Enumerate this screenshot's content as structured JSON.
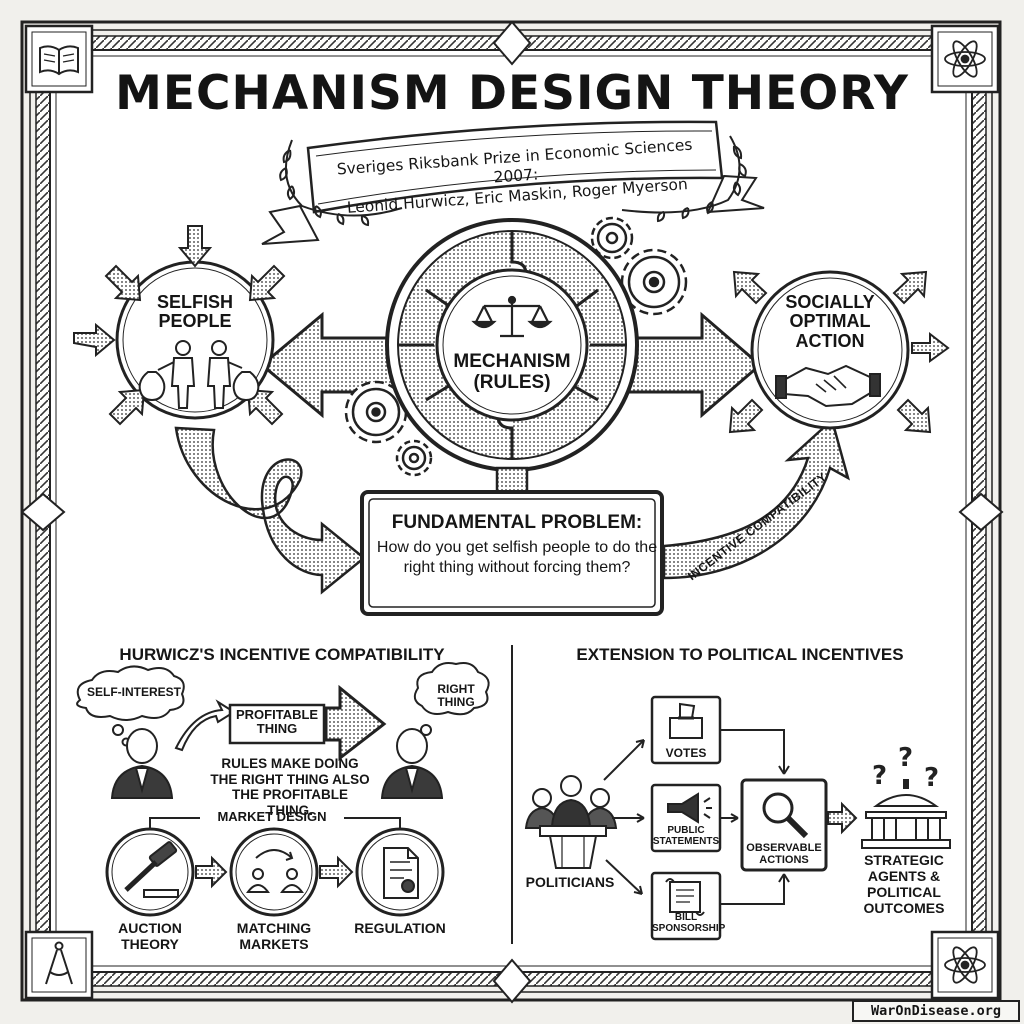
{
  "title": "MECHANISM DESIGN THEORY",
  "award": {
    "line1": "Sveriges Riksbank Prize in Economic Sciences 2007:",
    "line2": "Leonid Hurwicz, Eric Maskin, Roger Myerson"
  },
  "center": {
    "selfish": "SELFISH PEOPLE",
    "mechanism_line1": "MECHANISM",
    "mechanism_line2": "(RULES)",
    "socially": "SOCIALLY OPTIMAL ACTION",
    "problem_title": "FUNDAMENTAL PROBLEM:",
    "problem_body": "How do you get selfish people to do the right thing without forcing them?",
    "incentive_label": "INCENTIVE COMPATIBILITY"
  },
  "hurwicz": {
    "heading": "HURWICZ'S INCENTIVE COMPATIBILITY",
    "self_interest": "SELF-INTEREST",
    "profitable": "PROFITABLE THING",
    "right_thing": "RIGHT THING",
    "rules": "RULES MAKE DOING THE RIGHT THING ALSO THE PROFITABLE THING.",
    "market_design": "MARKET DESIGN",
    "auction": "AUCTION THEORY",
    "matching": "MATCHING MARKETS",
    "regulation": "REGULATION"
  },
  "political": {
    "heading": "EXTENSION TO POLITICAL INCENTIVES",
    "politicians": "POLITICIANS",
    "votes": "VOTES",
    "public_statements": "PUBLIC STATEMENTS",
    "bill_sponsorship": "BILL SPONSORSHIP",
    "observable_actions": "OBSERVABLE ACTIONS",
    "strategic": "STRATEGIC AGENTS & POLITICAL OUTCOMES"
  },
  "footer": "WarOnDisease.org",
  "icons": [
    "book-icon",
    "atom-icon",
    "compass-icon",
    "scales-icon",
    "handshake-icon",
    "gavel-icon",
    "ballot-box-icon",
    "megaphone-icon",
    "scroll-icon",
    "magnifier-icon",
    "capitol-icon",
    "money-bag-icon"
  ]
}
